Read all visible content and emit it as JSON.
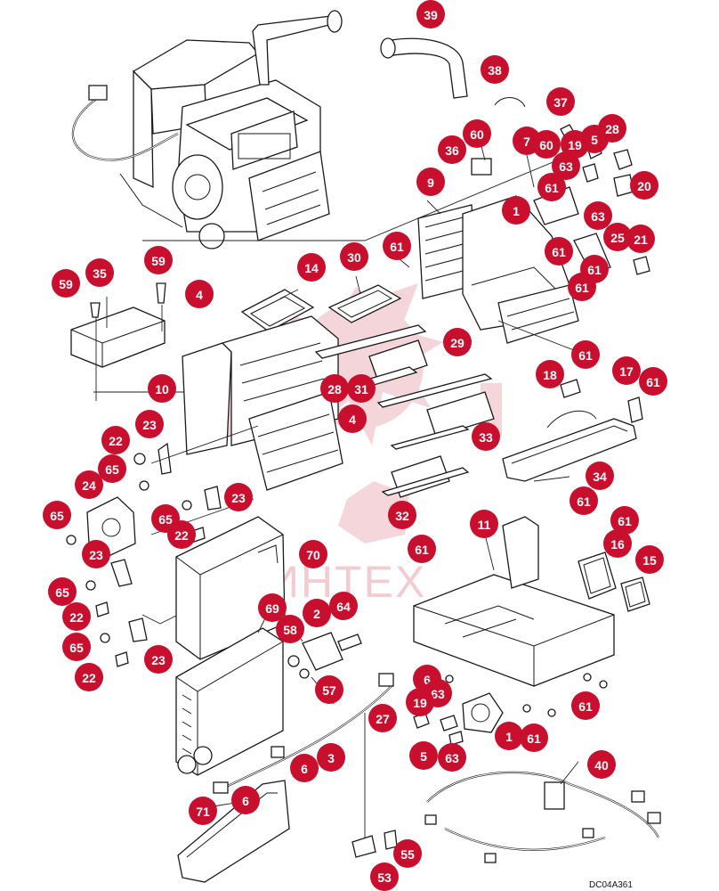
{
  "diagram": {
    "drawing_code": "DC04A361",
    "watermark": "ИНТЕХ",
    "callout_color": "#c8102e"
  },
  "callouts": [
    {
      "id": "c39",
      "label": "39"
    },
    {
      "id": "c38",
      "label": "38"
    },
    {
      "id": "c37",
      "label": "37"
    },
    {
      "id": "c36",
      "label": "36"
    },
    {
      "id": "c60a",
      "label": "60"
    },
    {
      "id": "c7",
      "label": "7"
    },
    {
      "id": "c60b",
      "label": "60"
    },
    {
      "id": "c19a",
      "label": "19"
    },
    {
      "id": "c5a",
      "label": "5"
    },
    {
      "id": "c28a",
      "label": "28"
    },
    {
      "id": "c63a",
      "label": "63"
    },
    {
      "id": "c9",
      "label": "9"
    },
    {
      "id": "c61a",
      "label": "61"
    },
    {
      "id": "c20",
      "label": "20"
    },
    {
      "id": "c1a",
      "label": "1"
    },
    {
      "id": "c63b",
      "label": "63"
    },
    {
      "id": "c61b",
      "label": "61"
    },
    {
      "id": "c25",
      "label": "25"
    },
    {
      "id": "c21",
      "label": "21"
    },
    {
      "id": "c61c",
      "label": "61"
    },
    {
      "id": "c61d",
      "label": "61"
    },
    {
      "id": "c61e",
      "label": "61"
    },
    {
      "id": "c30",
      "label": "30"
    },
    {
      "id": "c14",
      "label": "14"
    },
    {
      "id": "c59a",
      "label": "59"
    },
    {
      "id": "c35",
      "label": "35"
    },
    {
      "id": "c59b",
      "label": "59"
    },
    {
      "id": "c4a",
      "label": "4"
    },
    {
      "id": "c29",
      "label": "29"
    },
    {
      "id": "c61f",
      "label": "61"
    },
    {
      "id": "c18",
      "label": "18"
    },
    {
      "id": "c17",
      "label": "17"
    },
    {
      "id": "c61g",
      "label": "61"
    },
    {
      "id": "c10",
      "label": "10"
    },
    {
      "id": "c28b",
      "label": "28"
    },
    {
      "id": "c31",
      "label": "31"
    },
    {
      "id": "c4b",
      "label": "4"
    },
    {
      "id": "c23a",
      "label": "23"
    },
    {
      "id": "c22a",
      "label": "22"
    },
    {
      "id": "c33",
      "label": "33"
    },
    {
      "id": "c65a",
      "label": "65"
    },
    {
      "id": "c24",
      "label": "24"
    },
    {
      "id": "c34",
      "label": "34"
    },
    {
      "id": "c23b",
      "label": "23"
    },
    {
      "id": "c61h",
      "label": "61"
    },
    {
      "id": "c65b",
      "label": "65"
    },
    {
      "id": "c65c",
      "label": "65"
    },
    {
      "id": "c22b",
      "label": "22"
    },
    {
      "id": "c32",
      "label": "32"
    },
    {
      "id": "c11",
      "label": "11"
    },
    {
      "id": "c61i",
      "label": "61"
    },
    {
      "id": "c23c",
      "label": "23"
    },
    {
      "id": "c16",
      "label": "16"
    },
    {
      "id": "c61j",
      "label": "61"
    },
    {
      "id": "c70",
      "label": "70"
    },
    {
      "id": "c15",
      "label": "15"
    },
    {
      "id": "c65d",
      "label": "65"
    },
    {
      "id": "c22c",
      "label": "22"
    },
    {
      "id": "c69",
      "label": "69"
    },
    {
      "id": "c2",
      "label": "2"
    },
    {
      "id": "c64",
      "label": "64"
    },
    {
      "id": "c58",
      "label": "58"
    },
    {
      "id": "c65e",
      "label": "65"
    },
    {
      "id": "c23d",
      "label": "23"
    },
    {
      "id": "c22d",
      "label": "22"
    },
    {
      "id": "c57",
      "label": "57"
    },
    {
      "id": "c6a",
      "label": "6"
    },
    {
      "id": "c63c",
      "label": "63"
    },
    {
      "id": "c19b",
      "label": "19"
    },
    {
      "id": "c27",
      "label": "27"
    },
    {
      "id": "c61k",
      "label": "61"
    },
    {
      "id": "c1b",
      "label": "1"
    },
    {
      "id": "c61l",
      "label": "61"
    },
    {
      "id": "c3",
      "label": "3"
    },
    {
      "id": "c6b",
      "label": "6"
    },
    {
      "id": "c5b",
      "label": "5"
    },
    {
      "id": "c63d",
      "label": "63"
    },
    {
      "id": "c40",
      "label": "40"
    },
    {
      "id": "c71",
      "label": "71"
    },
    {
      "id": "c6c",
      "label": "6"
    },
    {
      "id": "c55",
      "label": "55"
    },
    {
      "id": "c53",
      "label": "53"
    }
  ]
}
